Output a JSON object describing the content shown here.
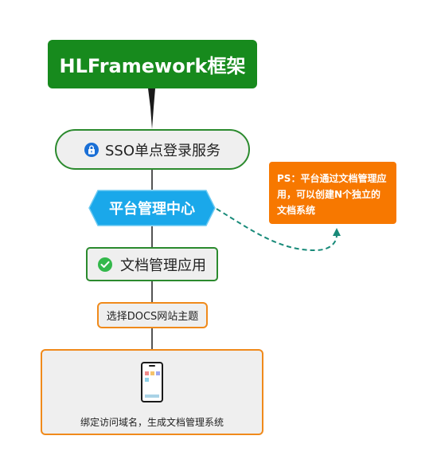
{
  "nodes": {
    "root": "HLFramework框架",
    "sso": "SSO单点登录服务",
    "platform": "平台管理中心",
    "docs": "文档管理应用",
    "theme": "选择DOCS网站主题",
    "bind": "绑定访问域名，生成文档管理系统"
  },
  "callout": {
    "prefix": "PS：",
    "text": "平台通过文档管理应用，可以创建N个独立的文档系统"
  },
  "icons": {
    "sso": "lock-icon",
    "docs": "check-circle-icon",
    "bind": "smartphone-icon"
  },
  "colors": {
    "root_fill": "#178a1d",
    "green_border": "#2b8a2e",
    "platform_fill": "#1aa8ea",
    "orange_border": "#f08a1b",
    "callout_fill": "#f77800",
    "dashed_link": "#188a79"
  }
}
